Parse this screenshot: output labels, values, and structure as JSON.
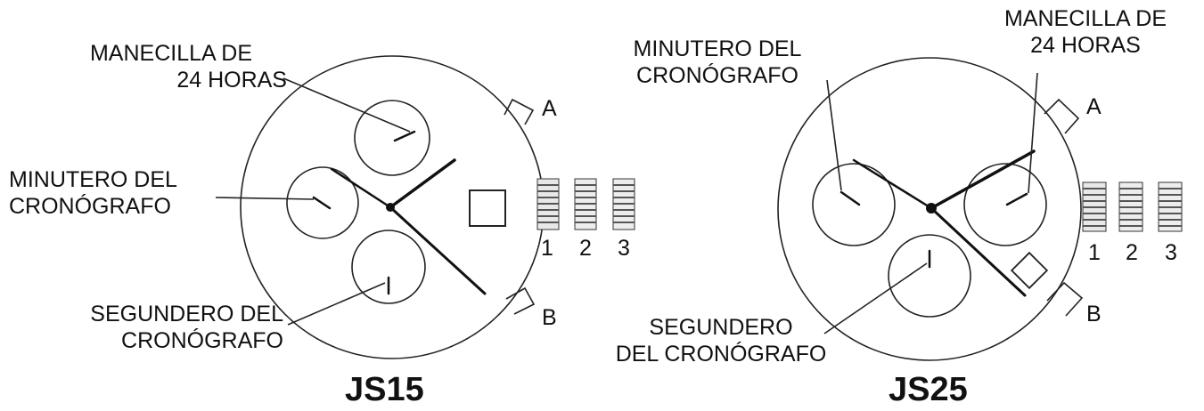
{
  "watches": [
    {
      "model": "JS15",
      "crown_label_a": "A",
      "crown_label_b": "B",
      "labels": {
        "hour24_line1": "MANECILLA DE",
        "hour24_line2": "24 HORAS",
        "minute_line1": "MINUTERO DEL",
        "minute_line2": "CRONÓGRAFO",
        "second_line1": "SEGUNDERO DEL",
        "second_line2": "CRONÓGRAFO"
      },
      "positions": [
        "1",
        "2",
        "3"
      ]
    },
    {
      "model": "JS25",
      "crown_label_a": "A",
      "crown_label_b": "B",
      "labels": {
        "minute_line1": "MINUTERO DEL",
        "minute_line2": "CRONÓGRAFO",
        "hour24_line1": "MANECILLA DE",
        "hour24_line2": "24 HORAS",
        "second_line1": "SEGUNDERO",
        "second_line2": "DEL CRONÓGRAFO"
      },
      "positions": [
        "1",
        "2",
        "3"
      ]
    }
  ]
}
